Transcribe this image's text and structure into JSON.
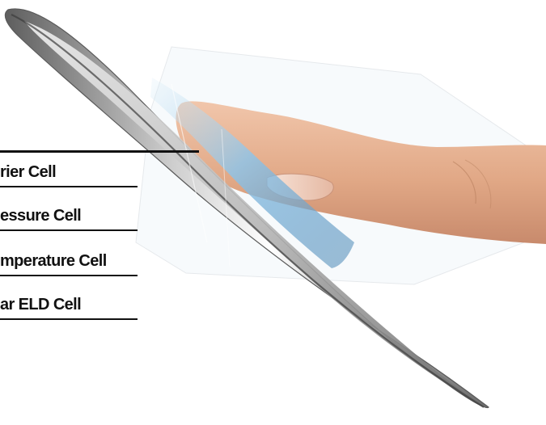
{
  "labels": [
    "rier Cell",
    "essure Cell",
    "mperature Cell",
    "ar ELD Cell"
  ],
  "colors": {
    "background": "#ffffff",
    "text": "#111111",
    "lens_rim": "#9a9a9a",
    "lens_tint": "#8fc4e8",
    "skin": "#e8b596"
  }
}
